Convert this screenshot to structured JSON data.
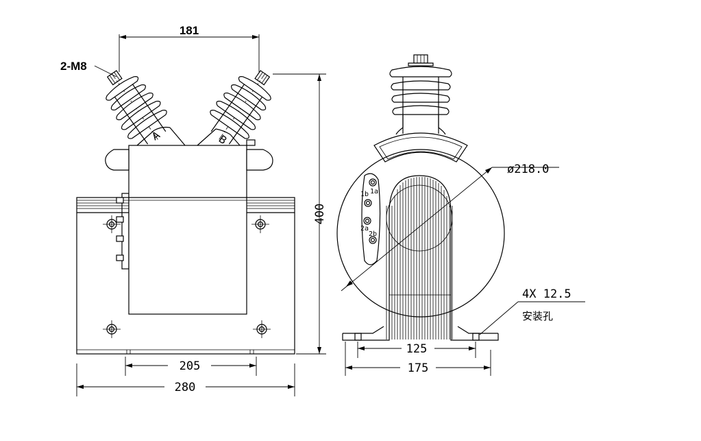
{
  "dimensions": {
    "terminal_spacing": "181",
    "terminal_bolts": "2-M8",
    "height": "400",
    "base_hole_spacing": "205",
    "base_length": "280",
    "core_diameter": "ø218.0",
    "foot_inner": "125",
    "foot_outer": "175",
    "mount_holes": "4X 12.5",
    "mount_holes_note": "安装孔"
  },
  "terminal_labels": {
    "a": "A",
    "b": "B"
  },
  "secondary_terminals": {
    "t1a": "1a",
    "t1b": "1b",
    "t2a": "2a",
    "t2b": "2b"
  }
}
